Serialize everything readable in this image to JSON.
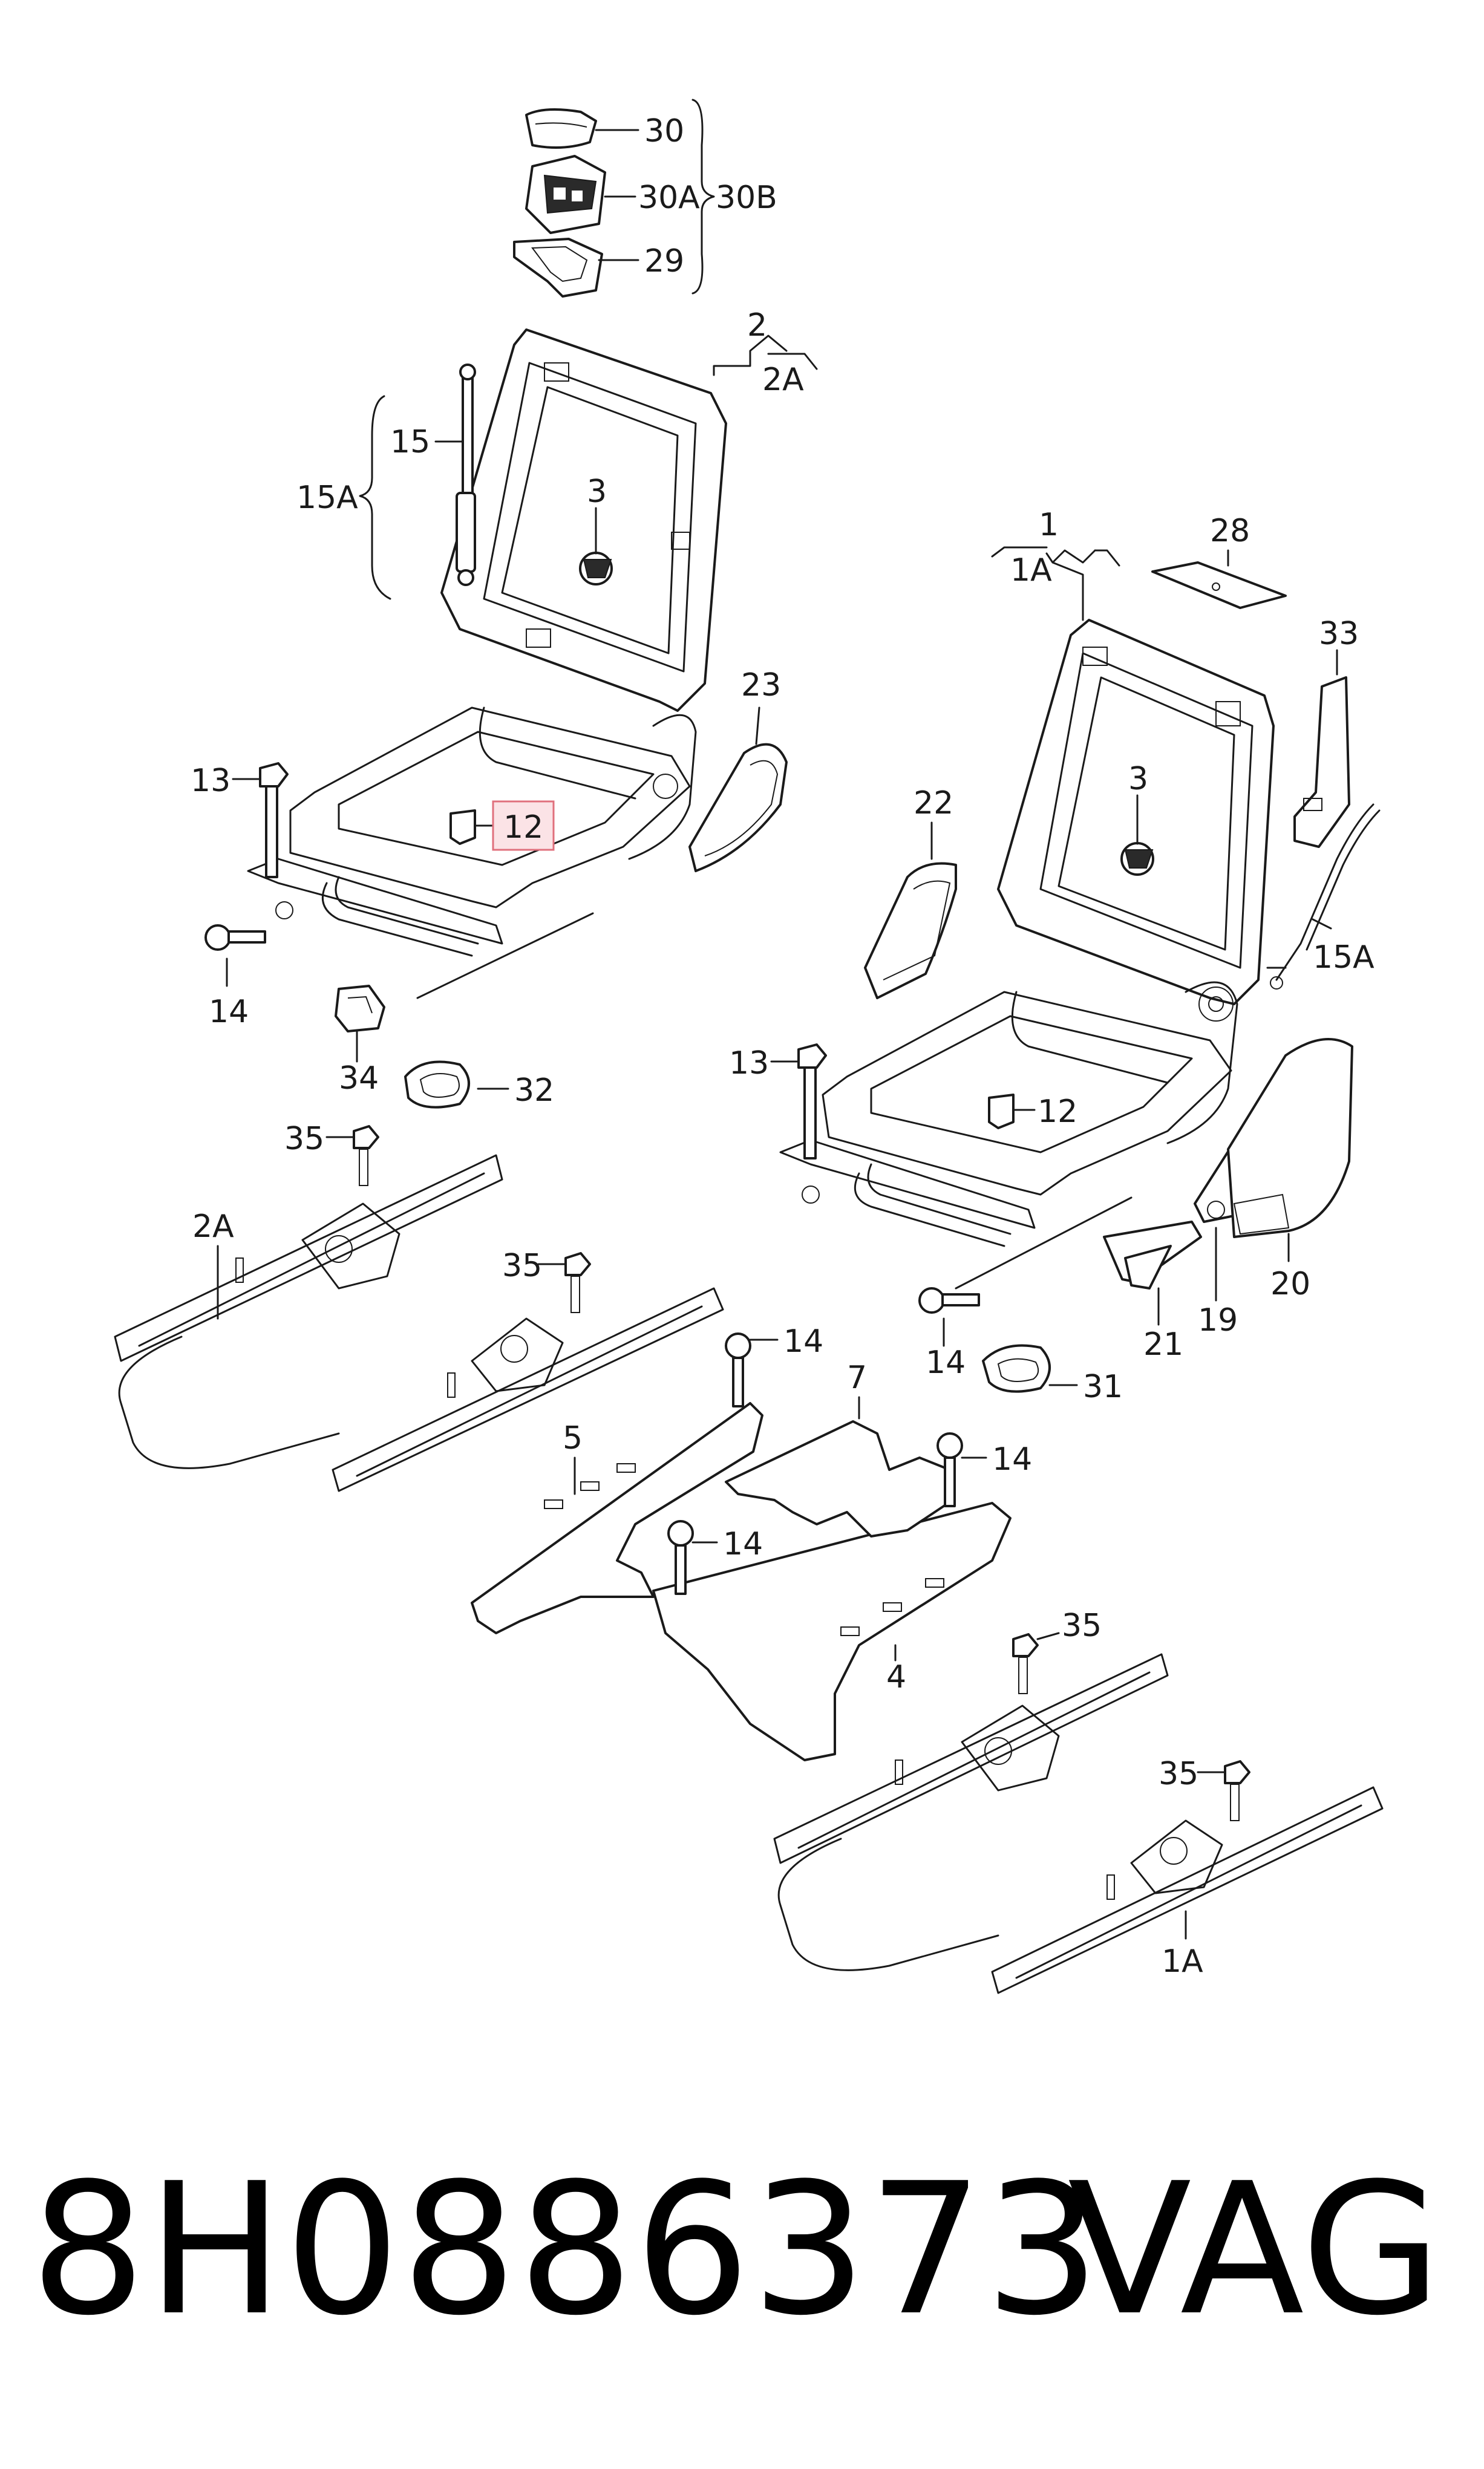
{
  "labels": {
    "l30": "30",
    "l30A": "30A",
    "l30B": "30B",
    "l29": "29",
    "l2": "2",
    "l2A": "2A",
    "l15": "15",
    "l15A": "15A",
    "l3a": "3",
    "l23": "23",
    "l13a": "13",
    "l12a": "12",
    "l14a": "14",
    "l34": "34",
    "l32": "32",
    "l1": "1",
    "l1A": "1A",
    "l28": "28",
    "l33": "33",
    "l22": "22",
    "l3b": "3",
    "l15Ab": "15A",
    "l13b": "13",
    "l12b": "12",
    "l14b": "14",
    "l21": "21",
    "l19": "19",
    "l20": "20",
    "l31": "31",
    "l35a": "35",
    "l2Ab": "2A",
    "l35b": "35",
    "l14c": "14",
    "l7": "7",
    "l5": "5",
    "l14d": "14",
    "l14e": "14",
    "l4": "4",
    "l35c": "35",
    "l35d": "35",
    "l1Ab": "1A"
  },
  "highlighted_callout": "12",
  "footer": {
    "part_number": "8H0886373",
    "brand": "VAG"
  }
}
